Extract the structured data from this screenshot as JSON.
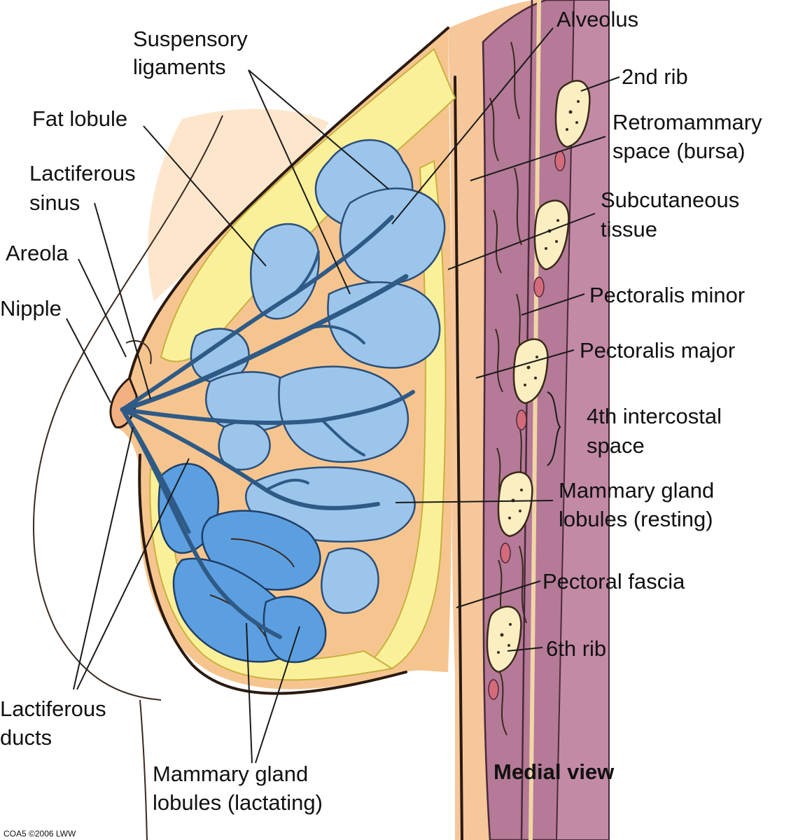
{
  "labels": {
    "alveolus": "Alveolus",
    "suspensory_1": "Suspensory",
    "suspensory_2": "ligaments",
    "second_rib": "2nd rib",
    "fat_lobule": "Fat lobule",
    "retromammary_1": "Retromammary",
    "retromammary_2": "space (bursa)",
    "lactiferous_sinus_1": "Lactiferous",
    "lactiferous_sinus_2": "sinus",
    "subcutaneous_1": "Subcutaneous",
    "subcutaneous_2": "tissue",
    "areola": "Areola",
    "pectoralis_minor": "Pectoralis minor",
    "nipple": "Nipple",
    "pectoralis_major": "Pectoralis major",
    "intercostal_1": "4th intercostal",
    "intercostal_2": "space",
    "resting_1": "Mammary gland",
    "resting_2": "lobules (resting)",
    "pectoral_fascia": "Pectoral fascia",
    "sixth_rib": "6th rib",
    "lactiferous_ducts_1": "Lactiferous",
    "lactiferous_ducts_2": "ducts",
    "lactating_1": "Mammary gland",
    "lactating_2": "lobules (lactating)",
    "view": "Medial view",
    "credit": "COA5 ©2006 LWW"
  },
  "colors": {
    "skin": "#fcd9b0",
    "fat": "#fbf09a",
    "lobule_resting": "#9cc5ec",
    "lobule_lactating": "#5c9fe0",
    "muscle": "#b77a98",
    "rib": "#fbefc2"
  }
}
